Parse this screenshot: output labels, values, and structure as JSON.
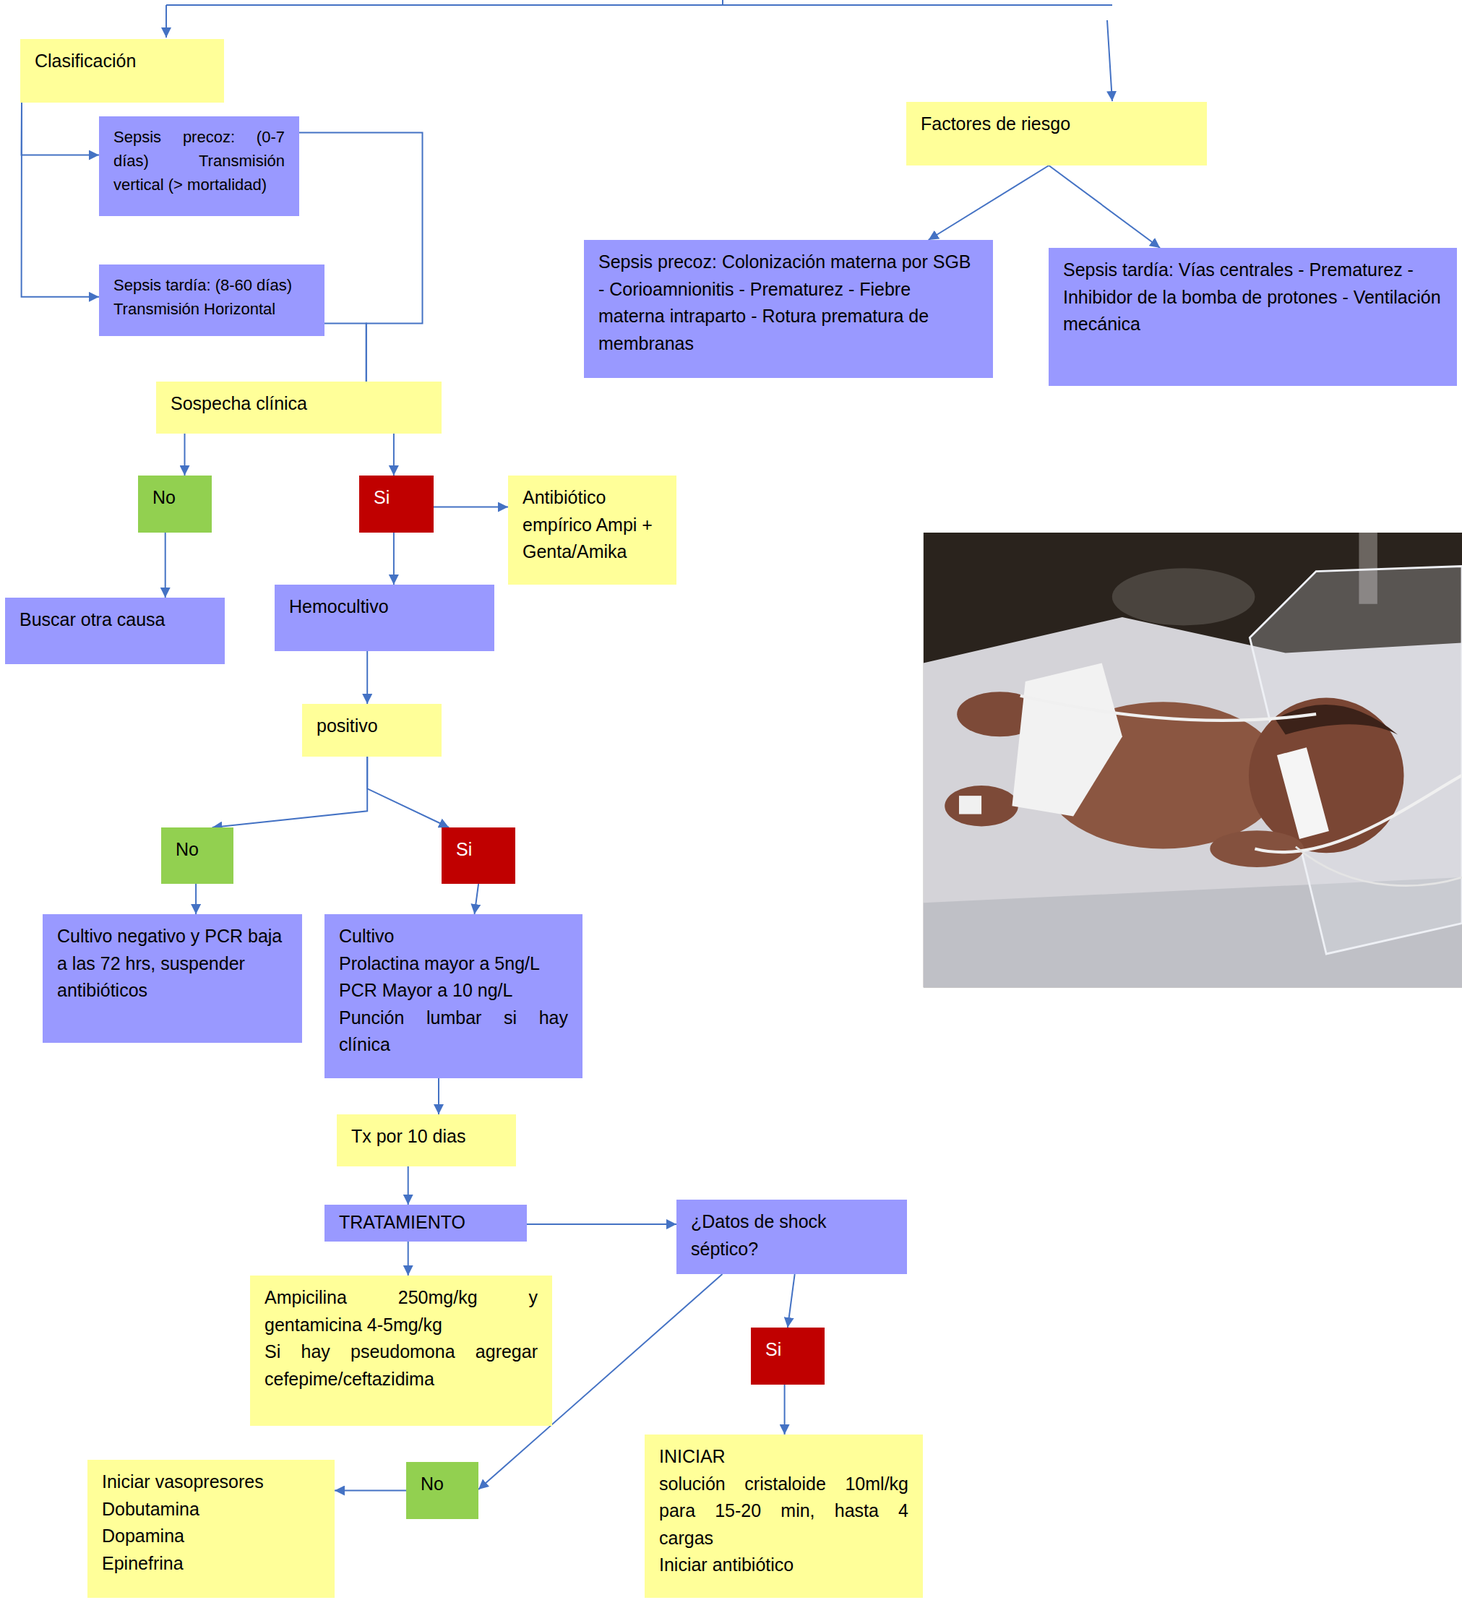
{
  "diagram": {
    "nodes": [
      {
        "text": [
          "Clasificación"
        ]
      },
      {
        "text": [
          "Factores de riesgo"
        ]
      },
      {
        "text": [
          "Sepsis precoz: (0-7 días) Transmisión vertical (> mortalidad)"
        ]
      },
      {
        "text": [
          "Sepsis tardía: (8-60 días) Transmisión Horizontal"
        ]
      },
      {
        "text": [
          "Sepsis precoz: Colonización materna por SGB - Corioamnionitis - Prematurez - Fiebre materna intraparto - Rotura prematura de membranas"
        ]
      },
      {
        "text": [
          "Sepsis tardía: Vías centrales - Prematurez - Inhibidor de la bomba de protones - Ventilación mecánica"
        ]
      },
      {
        "text": [
          "Sospecha clínica"
        ]
      },
      {
        "text": [
          "No"
        ]
      },
      {
        "text": [
          "Si"
        ]
      },
      {
        "text": [
          "Antibiótico empírico Ampi + Genta/Amika"
        ]
      },
      {
        "text": [
          "Buscar otra causa"
        ]
      },
      {
        "text": [
          "Hemocultivo"
        ]
      },
      {
        "text": [
          "positivo"
        ]
      },
      {
        "text": [
          "No"
        ]
      },
      {
        "text": [
          "Si"
        ]
      },
      {
        "text": [
          "Cultivo negativo y PCR baja a las 72 hrs, suspender antibióticos"
        ]
      },
      {
        "text": [
          "Cultivo",
          "Prolactina mayor a 5ng/L",
          "PCR Mayor a 10 ng/L",
          "Punción lumbar si hay clínica"
        ]
      },
      {
        "text": [
          "Tx por 10 dias"
        ]
      },
      {
        "text": [
          "TRATAMIENTO"
        ]
      },
      {
        "text": [
          "¿Datos de shock séptico?"
        ]
      },
      {
        "text": [
          "Ampicilina 250mg/kg y gentamicina 4-5mg/kg",
          "Si hay pseudomona agregar cefepime/ceftazidima"
        ]
      },
      {
        "text": [
          "Si"
        ]
      },
      {
        "text": [
          "No"
        ]
      },
      {
        "text": [
          "Iniciar vasopresores",
          "Dobutamina",
          "Dopamina",
          "Epinefrina"
        ]
      },
      {
        "text": [
          "INICIAR",
          "solución cristaloide 10ml/kg para 15-20 min, hasta 4 cargas",
          "Iniciar antibiótico"
        ]
      }
    ],
    "edges": [
      {
        "from": 0,
        "to": 2,
        "arrow": "to"
      },
      {
        "from": 0,
        "to": 3,
        "arrow": "to"
      },
      {
        "from": 1,
        "to": 4,
        "arrow": "to"
      },
      {
        "from": 1,
        "to": 5,
        "arrow": "to"
      },
      {
        "from": 2,
        "to": 6,
        "arrow": "none"
      },
      {
        "from": 3,
        "to": 6,
        "arrow": "none"
      },
      {
        "from": 6,
        "to": 7,
        "arrow": "to"
      },
      {
        "from": 6,
        "to": 8,
        "arrow": "to"
      },
      {
        "from": 8,
        "to": 9,
        "arrow": "to"
      },
      {
        "from": 7,
        "to": 10,
        "arrow": "to"
      },
      {
        "from": 8,
        "to": 11,
        "arrow": "to"
      },
      {
        "from": 11,
        "to": 12,
        "arrow": "to"
      },
      {
        "from": 12,
        "to": 13,
        "arrow": "to"
      },
      {
        "from": 12,
        "to": 14,
        "arrow": "to"
      },
      {
        "from": 13,
        "to": 15,
        "arrow": "to"
      },
      {
        "from": 14,
        "to": 16,
        "arrow": "to"
      },
      {
        "from": 16,
        "to": 17,
        "arrow": "to"
      },
      {
        "from": 17,
        "to": 18,
        "arrow": "to"
      },
      {
        "from": 18,
        "to": 19,
        "arrow": "to"
      },
      {
        "from": 18,
        "to": 20,
        "arrow": "to"
      },
      {
        "from": 19,
        "to": 21,
        "arrow": "to"
      },
      {
        "from": 19,
        "to": 22,
        "arrow": "to"
      },
      {
        "from": 21,
        "to": 24,
        "arrow": "to"
      },
      {
        "from": 22,
        "to": 23,
        "arrow": "to"
      }
    ]
  }
}
